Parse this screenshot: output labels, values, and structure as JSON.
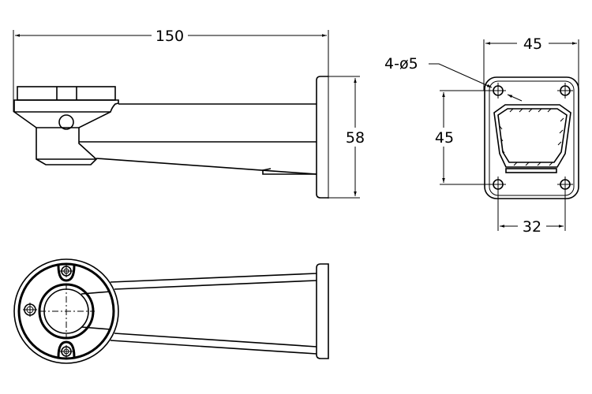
{
  "title": "Wall mount bracket dimension drawing",
  "dimensions": {
    "overall_length": "150",
    "plate_height": "58",
    "plate_width": "45",
    "hole_vertical_spacing": "45",
    "hole_horizontal_spacing": "32",
    "mounting_holes": "4-ø5"
  },
  "colors": {
    "line": "#000000",
    "background": "#ffffff"
  }
}
